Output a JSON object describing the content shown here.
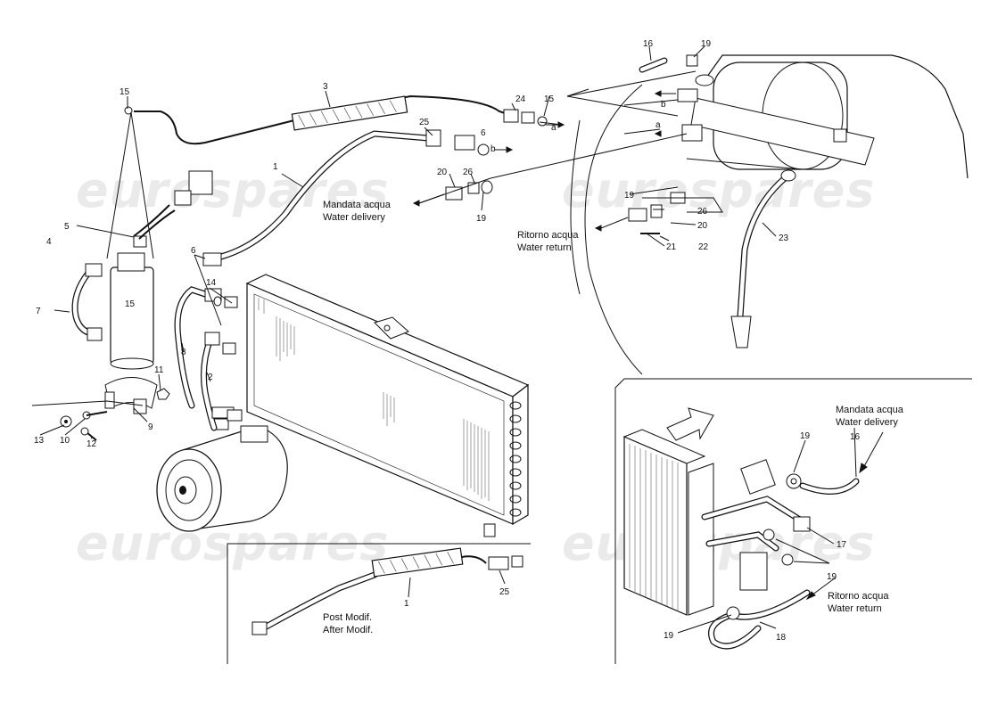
{
  "watermark": {
    "text": "eurospares"
  },
  "captions": {
    "water_delivery_main": [
      "Mandata acqua",
      "Water delivery"
    ],
    "water_return_main": [
      "Ritorno acqua",
      "Water return"
    ],
    "post_modif": [
      "Post Modif.",
      "After Modif."
    ],
    "water_delivery_inset": [
      "Mandata acqua",
      "Water delivery"
    ],
    "water_return_inset": [
      "Ritorno acqua",
      "Water return"
    ]
  },
  "callouts": {
    "c1": "1",
    "c2": "2",
    "c3": "3",
    "c4": "4",
    "c5": "5",
    "c6a": "6",
    "c6b": "6",
    "c7": "7",
    "c8": "8",
    "c9": "9",
    "c10": "10",
    "c11": "11",
    "c12": "12",
    "c13": "13",
    "c14": "14",
    "c15a": "15",
    "c15b": "15",
    "c15c": "15",
    "c16a": "16",
    "c16b": "16",
    "c17": "17",
    "c18": "18",
    "c19a": "19",
    "c19b": "19",
    "c19c": "19",
    "c19d": "19",
    "c19e": "19",
    "c19f": "19",
    "c20a": "20",
    "c20b": "20",
    "c21": "21",
    "c22": "22",
    "c23": "23",
    "c24": "24",
    "c25a": "25",
    "c25b": "25",
    "c26a": "26",
    "c26b": "26",
    "c1b": "1",
    "ca1": "a",
    "ca2": "a",
    "cb1": "b",
    "cb2": "b"
  }
}
